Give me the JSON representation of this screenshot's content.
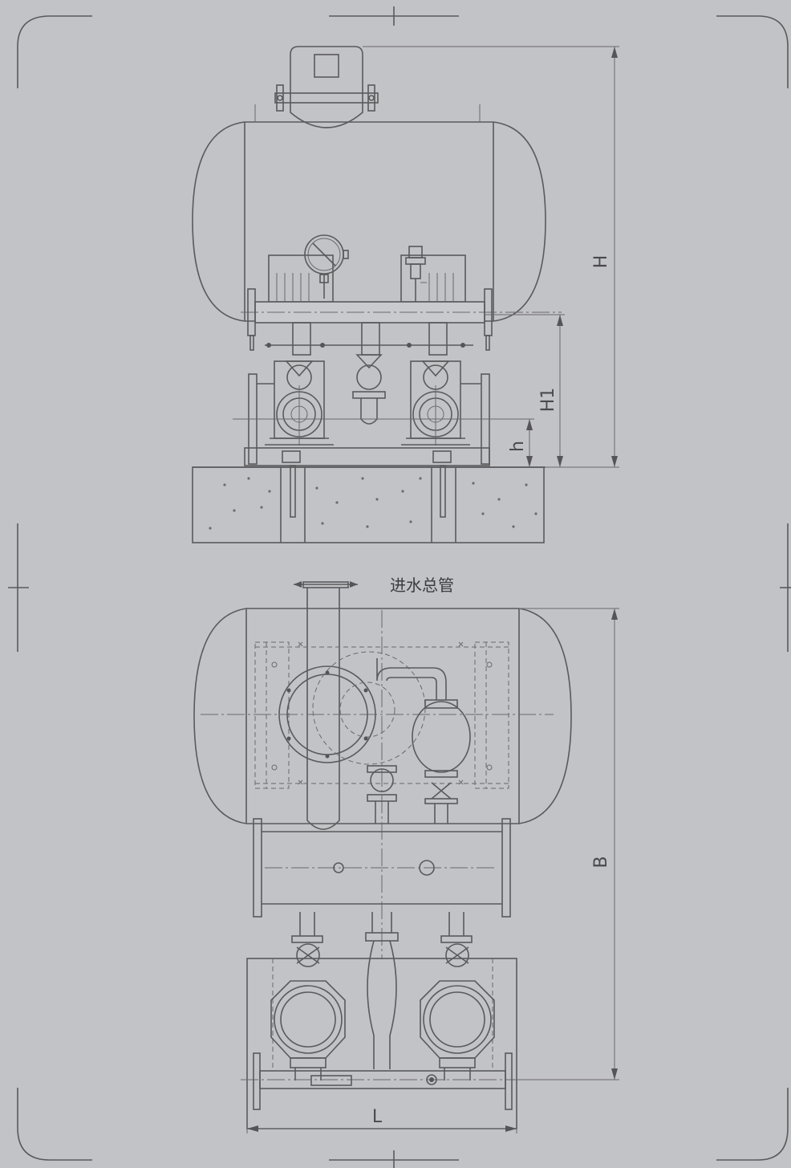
{
  "labels": {
    "inlet_main_pipe": "进水总管",
    "dim_height_total": "H",
    "dim_height_outlet": "H1",
    "dim_height_base": "h",
    "dim_depth": "B",
    "dim_length": "L"
  },
  "colors": {
    "background": "#c2c3c6",
    "line": "#5a5a5d"
  }
}
